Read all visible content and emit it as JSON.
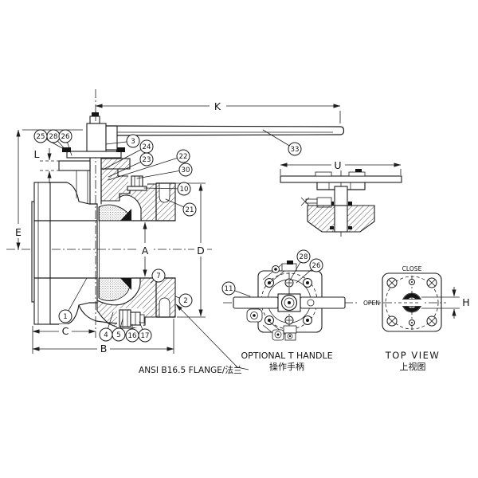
{
  "drawing": {
    "dimension_labels": {
      "K": "K",
      "L": "L",
      "E": "E",
      "A": "A",
      "D": "D",
      "C": "C",
      "B": "B",
      "U": "U",
      "H": "H"
    },
    "part_numbers": {
      "p25": "25",
      "p28": "28",
      "p26": "26",
      "p3": "3",
      "p24": "24",
      "p23": "23",
      "p22": "22",
      "p30": "30",
      "p10": "10",
      "p21": "21",
      "p33": "33",
      "p1": "1",
      "p7": "7",
      "p2": "2",
      "p4": "4",
      "p5": "5",
      "p16": "16",
      "p17": "17",
      "p11": "11",
      "p28b": "28",
      "p26b": "26"
    },
    "annotations": {
      "flange_note": "ANSI B16.5 FLANGE/法兰",
      "optional_handle_en": "OPTIONAL T HANDLE",
      "optional_handle_zh": "操作手柄",
      "top_view_en": "TOP VIEW",
      "top_view_zh": "上视图",
      "close": "CLOSE",
      "open": "OPEN"
    },
    "colors": {
      "line": "#1c1c1c",
      "background": "#ffffff"
    }
  }
}
